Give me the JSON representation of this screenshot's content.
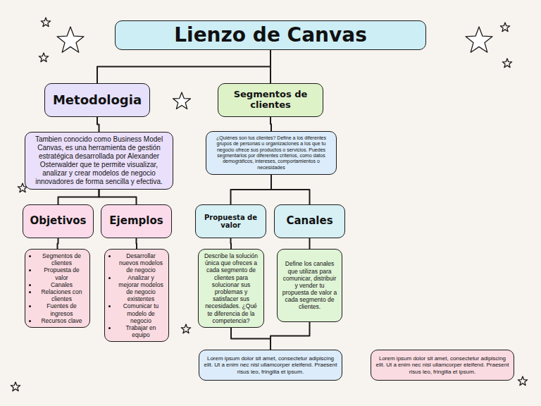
{
  "diagram": {
    "nodes": [
      {
        "text": [
          "Lienzo de Canvas"
        ]
      },
      {
        "text": [
          "Metodologia"
        ]
      },
      {
        "text": [
          "Segmentos de clientes"
        ]
      },
      {
        "text": [
          "Tambien conocido como Business Model Canvas, es una herramienta de gestión estratégica desarrollada por Alexander Osterwalder que te permite visualizar, analizar y crear modelos de negocio innovadores de forma sencilla y efectiva."
        ]
      },
      {
        "text": [
          "¿Quiénes son tus clientes? Define a los diferentes grupos de personas u organizaciones a los que tu negocio ofrece sus productos o servicios. Puedes segmentarlos por diferentes criterios, como datos demográficos, intereses, comportamientos o necesidades"
        ]
      },
      {
        "text": [
          "Objetivos"
        ]
      },
      {
        "text": [
          "Ejemplos"
        ]
      },
      {
        "text": [
          "Propuesta de valor"
        ]
      },
      {
        "text": [
          "Canales"
        ]
      },
      {
        "text": [
          "Segmentos de clientes",
          "Propuesta de valor",
          "Canales",
          "Relaciones con clientes",
          "Fuentes de ingresos",
          "Recursos clave"
        ]
      },
      {
        "text": [
          "Desarrollar nuevos modelos de negocio",
          "Analizar y mejorar modelos de negocio existentes",
          "Comunicar tu modelo de negocio",
          "Trabajar en equipo"
        ]
      },
      {
        "text": [
          "Describe la solución única que ofreces a cada segmento de clientes para solucionar sus problemas y satisfacer sus necesidades. ¿Qué te diferencia de la competencia?"
        ]
      },
      {
        "text": [
          "Define los canales que utilizas para comunicar, distribuir y vender tu propuesta de valor a cada segmento de clientes."
        ]
      },
      {
        "text": [
          "Lorem ipsum dolor sit amet, consectetur adipiscing elit. Ut a enim nec nisl ullamcorper eleifend. Praesent risus leo, fringilla et ipsum."
        ]
      },
      {
        "text": [
          "Lorem ipsum dolor sit amet, consectetur adipiscing elit. Ut a enim nec nisl ullamcorper eleifend. Praesent risus leo, fringilla et ipsum."
        ]
      }
    ],
    "edges": [
      {
        "from": 0,
        "to": 1,
        "arrow": "none"
      },
      {
        "from": 0,
        "to": 2,
        "arrow": "none"
      },
      {
        "from": 1,
        "to": 3,
        "arrow": "none"
      },
      {
        "from": 2,
        "to": 4,
        "arrow": "none"
      },
      {
        "from": 3,
        "to": 5,
        "arrow": "none"
      },
      {
        "from": 3,
        "to": 6,
        "arrow": "none"
      },
      {
        "from": 4,
        "to": 7,
        "arrow": "none"
      },
      {
        "from": 4,
        "to": 8,
        "arrow": "none"
      },
      {
        "from": 5,
        "to": 9,
        "arrow": "none"
      },
      {
        "from": 6,
        "to": 10,
        "arrow": "none"
      },
      {
        "from": 7,
        "to": 11,
        "arrow": "none"
      },
      {
        "from": 8,
        "to": 12,
        "arrow": "none"
      },
      {
        "from": 11,
        "to": 13,
        "arrow": "none"
      },
      {
        "from": 12,
        "to": 13,
        "arrow": "none"
      }
    ]
  }
}
